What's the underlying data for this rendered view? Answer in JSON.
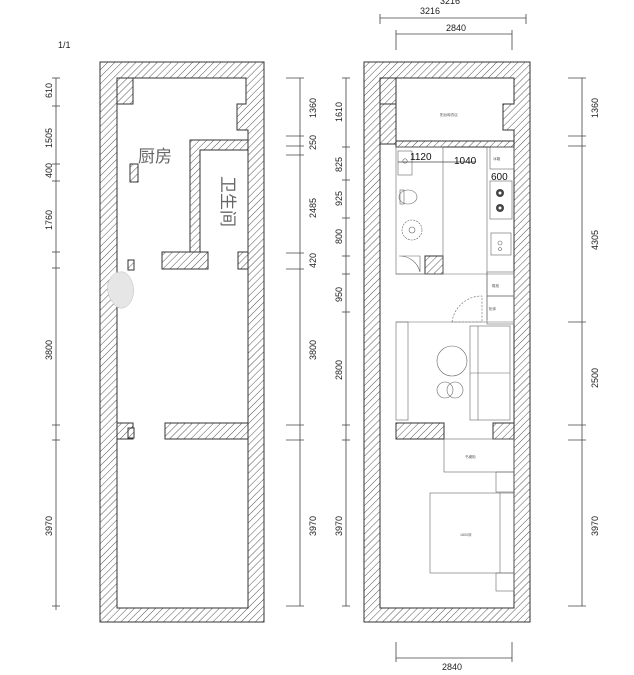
{
  "sheet": {
    "page_number": "1/1"
  },
  "left_plan": {
    "rooms": {
      "kitchen": "厨房",
      "bathroom": "卫生间"
    },
    "left_dims": [
      "610",
      "1505",
      "400",
      "1760",
      "3800",
      "3970"
    ],
    "right_dims": [
      "1360",
      "250",
      "2485",
      "420",
      "3800",
      "3970"
    ]
  },
  "right_plan": {
    "top_dims": {
      "overall": "3216",
      "inner": "2840"
    },
    "bottom_dims": {
      "inner": "2840"
    },
    "left_dims": [
      "1610",
      "825",
      "925",
      "800",
      "950",
      "2800",
      "3970"
    ],
    "right_dims": [
      "1360",
      "4305",
      "2500",
      "3970"
    ],
    "inner_dims": {
      "a": "1120",
      "b": "1040",
      "c": "600"
    },
    "labels": {
      "balcony": "阳台晾衣区",
      "wardrobe": "衣柜",
      "fridge": "冰箱",
      "shoe": "鞋柜",
      "cabinet": "柜体",
      "desk": "书桌柜",
      "bed": "1800床"
    }
  }
}
